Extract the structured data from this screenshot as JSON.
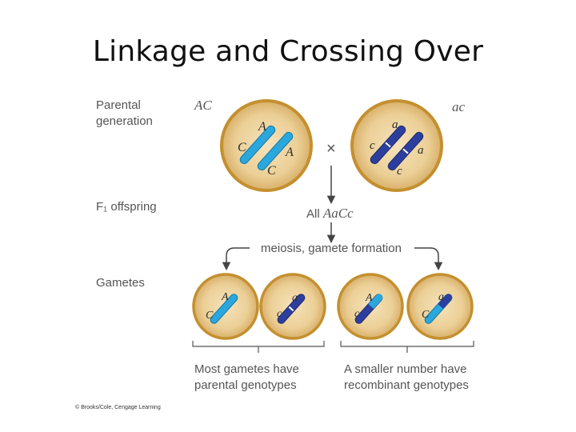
{
  "title": "Linkage and Crossing Over",
  "rows": {
    "parental": [
      "Parental",
      "generation"
    ],
    "f1": "F₁ offspring",
    "gametes": "Gametes"
  },
  "parent1": {
    "genotype": "AC",
    "top_allele": "A",
    "bottom_allele": "C"
  },
  "parent2": {
    "genotype": "ac",
    "top_allele": "a",
    "bottom_allele": "c"
  },
  "cross_symbol": "×",
  "f1_text": {
    "prefix": "All",
    "genotype": "AaCc"
  },
  "meiosis_label": "meiosis, gamete formation",
  "gametes": [
    {
      "top": "A",
      "bottom": "C"
    },
    {
      "top": "a",
      "bottom": "c"
    },
    {
      "top": "A",
      "bottom": "c"
    },
    {
      "top": "a",
      "bottom": "C"
    }
  ],
  "captions": {
    "left": [
      "Most gametes have",
      "parental genotypes"
    ],
    "right": [
      "A smaller number have",
      "recombinant genotypes"
    ]
  },
  "credit": "© Brooks/Cole, Cengage Learning",
  "colors": {
    "cell_fill": "#e7c890",
    "cell_border": "#c4902f",
    "chromosome_light": "#2aa8dd",
    "chromosome_dark": "#2c3f9e",
    "arrow": "#444444"
  }
}
